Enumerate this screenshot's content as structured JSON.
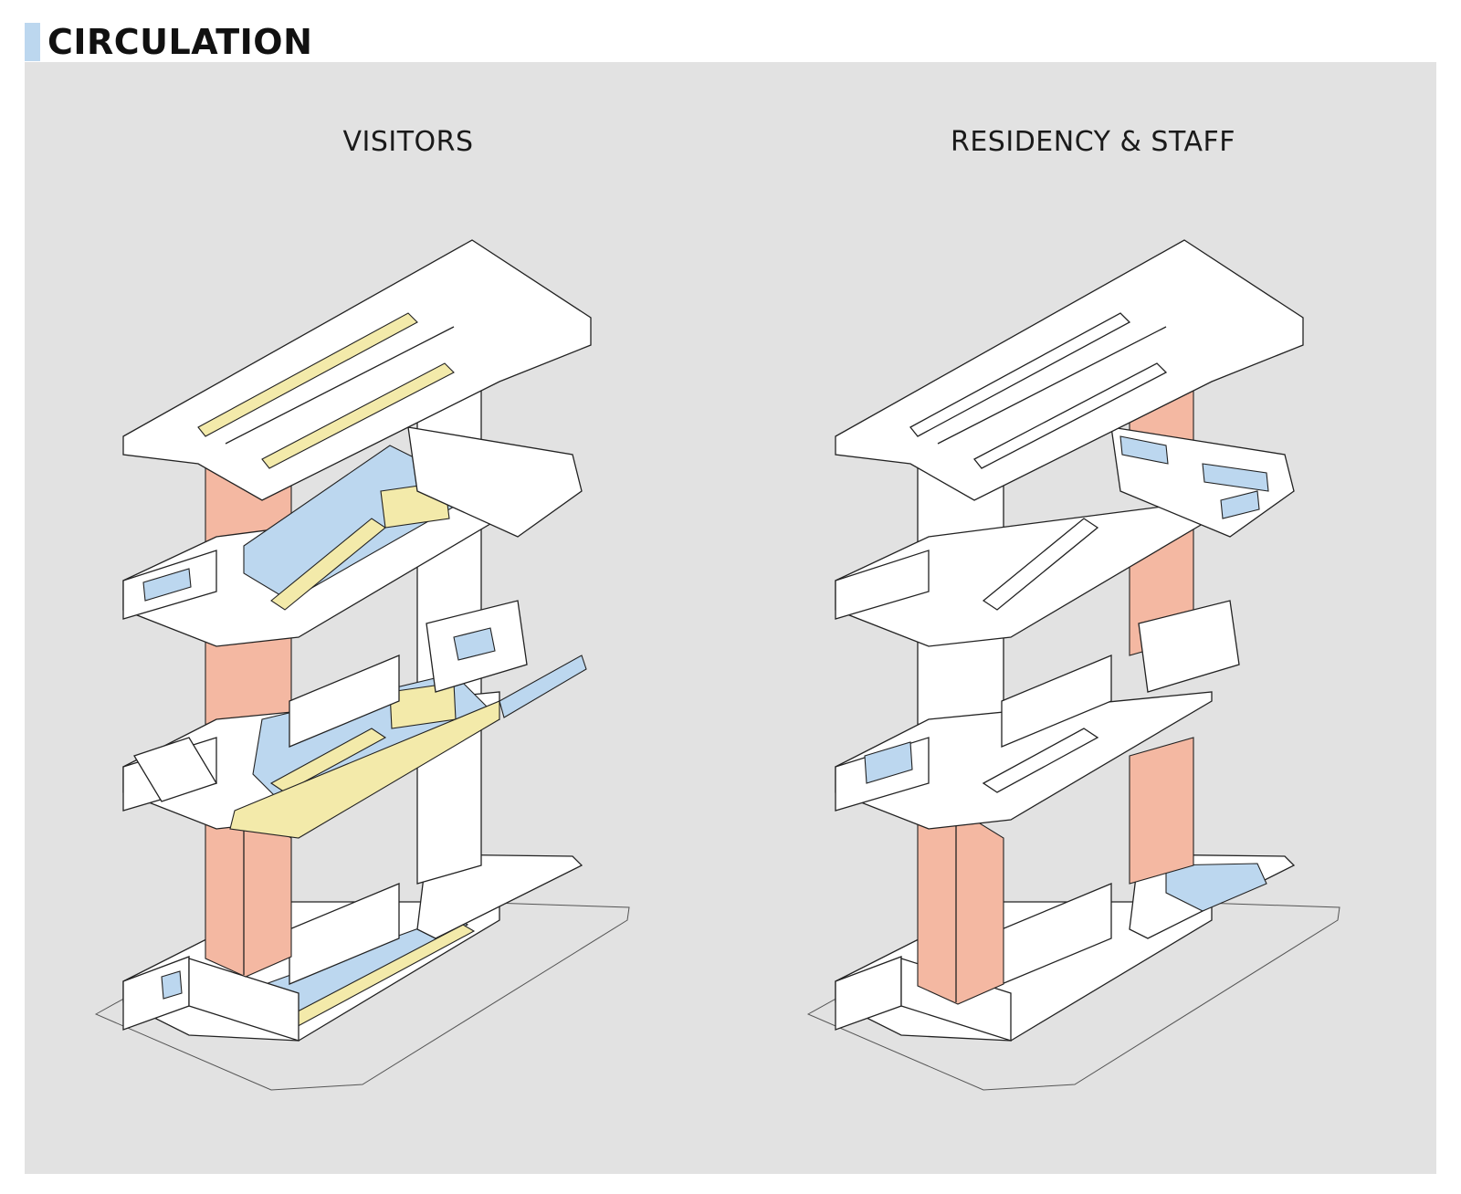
{
  "header": {
    "title": "CIRCULATION",
    "accent_color": "#bcd7ef"
  },
  "diagrams": [
    {
      "title": "VISITORS"
    },
    {
      "title": "RESIDENCY & STAFF"
    }
  ],
  "legend_colors": {
    "vertical_core": "#f4b8a2",
    "floor_circulation": "#bcd7ef",
    "stairs_ramps": "#f3eaaa"
  }
}
